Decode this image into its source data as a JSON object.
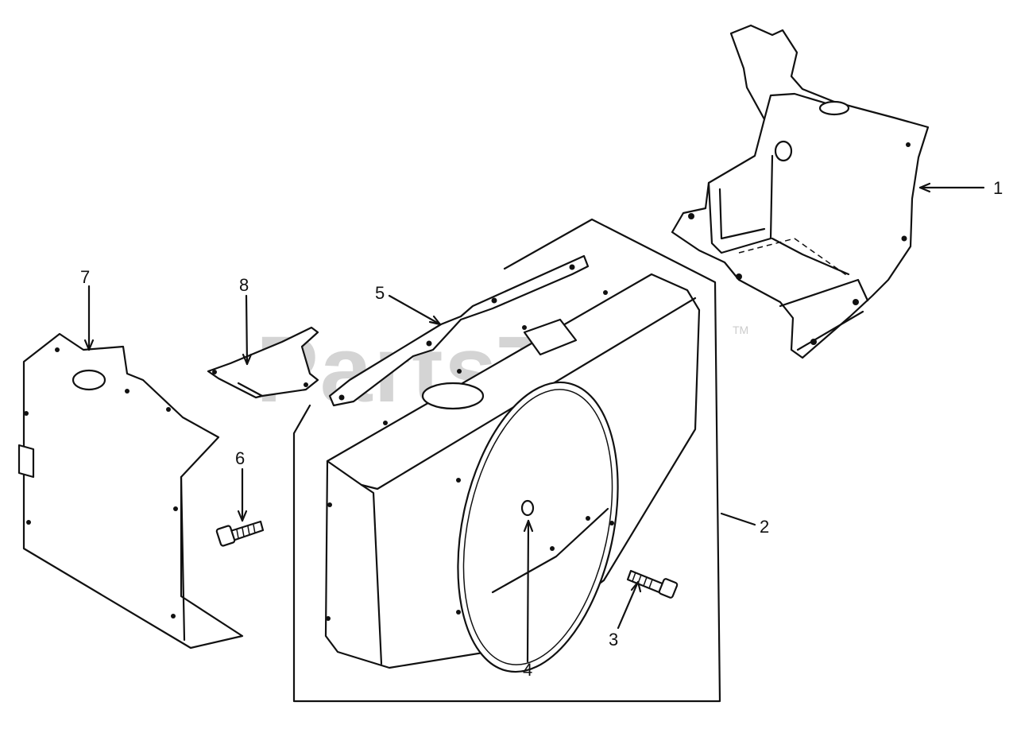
{
  "watermark": {
    "text": "PartsTree",
    "trademark": "TM"
  },
  "callouts": [
    {
      "id": "1",
      "label": "1"
    },
    {
      "id": "2",
      "label": "2"
    },
    {
      "id": "3",
      "label": "3"
    },
    {
      "id": "4",
      "label": "4"
    },
    {
      "id": "5",
      "label": "5"
    },
    {
      "id": "6",
      "label": "6"
    },
    {
      "id": "7",
      "label": "7"
    },
    {
      "id": "8",
      "label": "8"
    }
  ],
  "colors": {
    "line": "#111111",
    "watermark": "#d4d4d4",
    "background": "#ffffff"
  }
}
